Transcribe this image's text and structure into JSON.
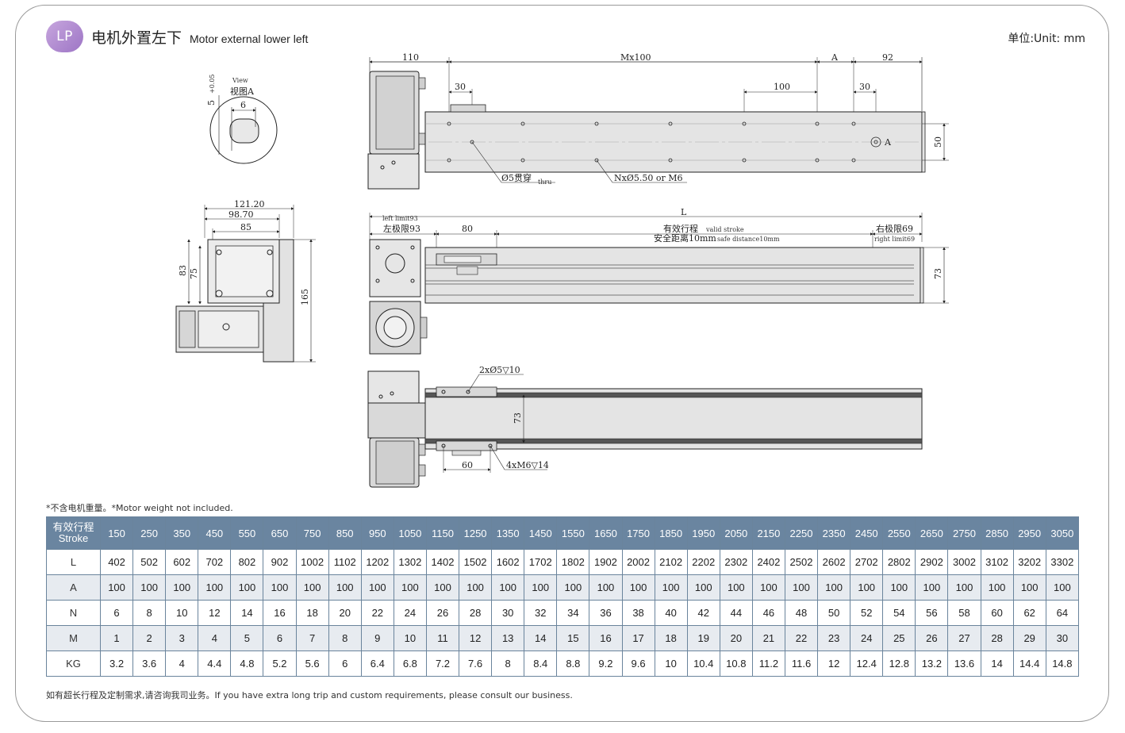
{
  "header": {
    "badge": "LP",
    "title_cn": "电机外置左下",
    "title_en": "Motor external  lower left",
    "unit": "单位:Unit: mm"
  },
  "drawing": {
    "view_label_en": "View",
    "view_label_cn": "视图A",
    "view_dim_6": "6",
    "view_dim_5": "5",
    "view_dim_small": "+0.05",
    "top_110": "110",
    "top_mx100": "Mx100",
    "top_a": "A",
    "top_92": "92",
    "top_30a": "30",
    "top_100": "100",
    "top_30b": "30",
    "top_50": "50",
    "top_marker_a": "A",
    "hole_thru_cn": "Ø5贯穿",
    "hole_thru_en": "thru",
    "hole_nx": "NxØ5.50 or M6",
    "side_121": "121.20",
    "side_98": "98.70",
    "side_85": "85",
    "side_83": "83",
    "side_75": "75",
    "side_165": "165",
    "mid_L": "L",
    "mid_left_en": "left limit93",
    "mid_left_cn": "左极限93",
    "mid_80": "80",
    "mid_valid_cn": "有效行程",
    "mid_valid_en": "valid stroke",
    "mid_safe_cn": "安全距离10mm",
    "mid_safe_en": "safe distance10mm",
    "mid_right_cn": "右极限69",
    "mid_right_en": "right limit69",
    "mid_73": "73",
    "bot_2x": "2xØ5▽10",
    "bot_73": "73",
    "bot_60": "60",
    "bot_4x": "4xM6▽14"
  },
  "note": "*不含电机重量。*Motor weight not included.",
  "table": {
    "header_cn": "有效行程",
    "header_en": "Stroke",
    "strokes": [
      "150",
      "250",
      "350",
      "450",
      "550",
      "650",
      "750",
      "850",
      "950",
      "1050",
      "1150",
      "1250",
      "1350",
      "1450",
      "1550",
      "1650",
      "1750",
      "1850",
      "1950",
      "2050",
      "2150",
      "2250",
      "2350",
      "2450",
      "2550",
      "2650",
      "2750",
      "2850",
      "2950",
      "3050"
    ],
    "rows": [
      {
        "label": "L",
        "values": [
          "402",
          "502",
          "602",
          "702",
          "802",
          "902",
          "1002",
          "1102",
          "1202",
          "1302",
          "1402",
          "1502",
          "1602",
          "1702",
          "1802",
          "1902",
          "2002",
          "2102",
          "2202",
          "2302",
          "2402",
          "2502",
          "2602",
          "2702",
          "2802",
          "2902",
          "3002",
          "3102",
          "3202",
          "3302"
        ]
      },
      {
        "label": "A",
        "values": [
          "100",
          "100",
          "100",
          "100",
          "100",
          "100",
          "100",
          "100",
          "100",
          "100",
          "100",
          "100",
          "100",
          "100",
          "100",
          "100",
          "100",
          "100",
          "100",
          "100",
          "100",
          "100",
          "100",
          "100",
          "100",
          "100",
          "100",
          "100",
          "100",
          "100"
        ]
      },
      {
        "label": "N",
        "values": [
          "6",
          "8",
          "10",
          "12",
          "14",
          "16",
          "18",
          "20",
          "22",
          "24",
          "26",
          "28",
          "30",
          "32",
          "34",
          "36",
          "38",
          "40",
          "42",
          "44",
          "46",
          "48",
          "50",
          "52",
          "54",
          "56",
          "58",
          "60",
          "62",
          "64"
        ]
      },
      {
        "label": "M",
        "values": [
          "1",
          "2",
          "3",
          "4",
          "5",
          "6",
          "7",
          "8",
          "9",
          "10",
          "11",
          "12",
          "13",
          "14",
          "15",
          "16",
          "17",
          "18",
          "19",
          "20",
          "21",
          "22",
          "23",
          "24",
          "25",
          "26",
          "27",
          "28",
          "29",
          "30"
        ]
      },
      {
        "label": "KG",
        "values": [
          "3.2",
          "3.6",
          "4",
          "4.4",
          "4.8",
          "5.2",
          "5.6",
          "6",
          "6.4",
          "6.8",
          "7.2",
          "7.6",
          "8",
          "8.4",
          "8.8",
          "9.2",
          "9.6",
          "10",
          "10.4",
          "10.8",
          "11.2",
          "11.6",
          "12",
          "12.4",
          "12.8",
          "13.2",
          "13.6",
          "14",
          "14.4",
          "14.8"
        ]
      }
    ]
  },
  "footer": "如有超长行程及定制需求,请咨询我司业务。If you have extra long trip and custom requirements, please consult our business.",
  "colors": {
    "header_row": "#6a85a0",
    "stripe_row": "#e7ebf0",
    "badge": "#b08ad2",
    "body_fill": "#e4e4e4"
  }
}
